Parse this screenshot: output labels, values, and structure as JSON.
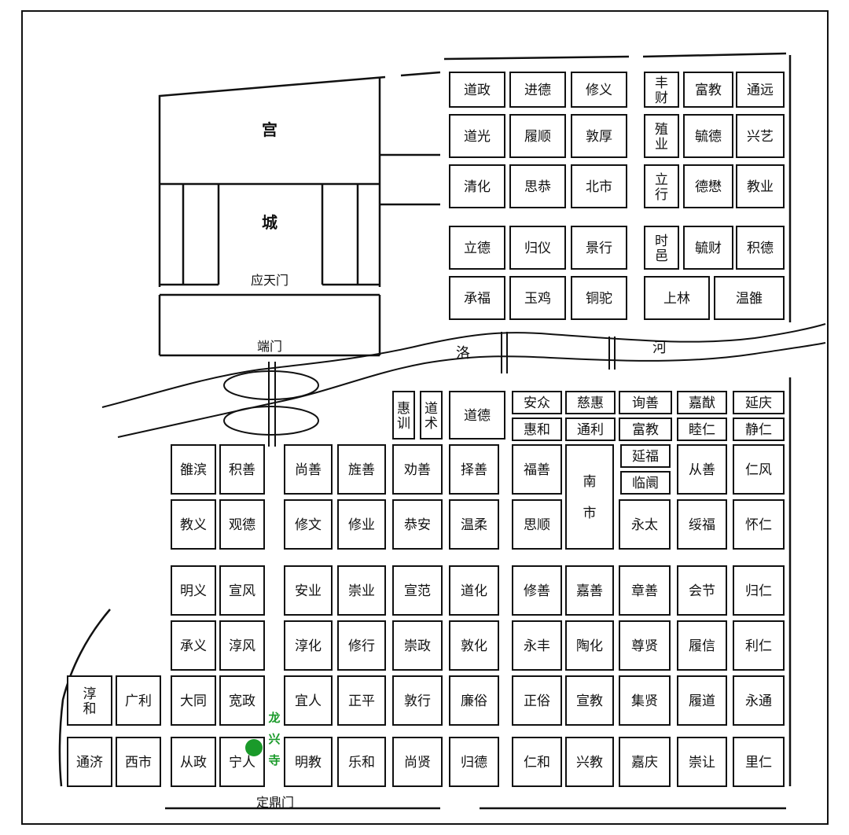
{
  "palace": {
    "gong": "宫",
    "cheng": "城",
    "yingtianmen": "应天门",
    "duanmen": "端门"
  },
  "river": {
    "luo": "洛",
    "he": "河"
  },
  "south_gate": "定鼎门",
  "temple": {
    "label": [
      "龙",
      "兴",
      "寺"
    ],
    "color": "#1a9a2a"
  },
  "north_wards": [
    [
      "道政",
      "进德",
      "修义"
    ],
    [
      "道光",
      "履顺",
      "敦厚"
    ],
    [
      "清化",
      "思恭",
      "北市"
    ],
    [
      "立德",
      "归仪",
      "景行"
    ],
    [
      "承福",
      "玉鸡",
      "铜驼"
    ]
  ],
  "northeast_wards": [
    [
      "丰财",
      "富教",
      "通远"
    ],
    [
      "殖业",
      "毓德",
      "兴艺"
    ],
    [
      "立行",
      "德懋",
      "教业"
    ],
    [
      "时邑",
      "毓财",
      "积德"
    ],
    [
      "上林",
      "温雒"
    ]
  ],
  "south_top_small": [
    "惠训",
    "道术",
    "道德"
  ],
  "south_top_rows": [
    [
      "安众",
      "慈惠",
      "询善",
      "嘉猷",
      "延庆"
    ],
    [
      "惠和",
      "通利",
      "富教",
      "睦仁",
      "静仁"
    ]
  ],
  "south_row1": [
    "雒滨",
    "积善",
    "尚善",
    "旌善",
    "劝善",
    "择善",
    "福善"
  ],
  "south_row2": [
    "教义",
    "观德",
    "修文",
    "修业",
    "恭安",
    "温柔",
    "思顺"
  ],
  "south_market": [
    "南",
    "市"
  ],
  "south_mid_small": [
    "延福",
    "临阛"
  ],
  "south_right_r1": [
    "从善",
    "仁风"
  ],
  "south_right_r2": [
    "永太",
    "绥福",
    "怀仁"
  ],
  "south_row3": [
    "明义",
    "宣风",
    "安业",
    "崇业",
    "宣范",
    "道化",
    "修善",
    "嘉善",
    "章善",
    "会节",
    "归仁"
  ],
  "south_row4": [
    "承义",
    "淳风",
    "淳化",
    "修行",
    "崇政",
    "敦化",
    "永丰",
    "陶化",
    "尊贤",
    "履信",
    "利仁"
  ],
  "south_row5": [
    "淳和",
    "广利",
    "大同",
    "宽政",
    "宜人",
    "正平",
    "敦行",
    "廉俗",
    "正俗",
    "宣教",
    "集贤",
    "履道",
    "永通"
  ],
  "south_row6": [
    "通济",
    "西市",
    "从政",
    "宁人",
    "明教",
    "乐和",
    "尚贤",
    "归德",
    "仁和",
    "兴教",
    "嘉庆",
    "崇让",
    "里仁"
  ]
}
